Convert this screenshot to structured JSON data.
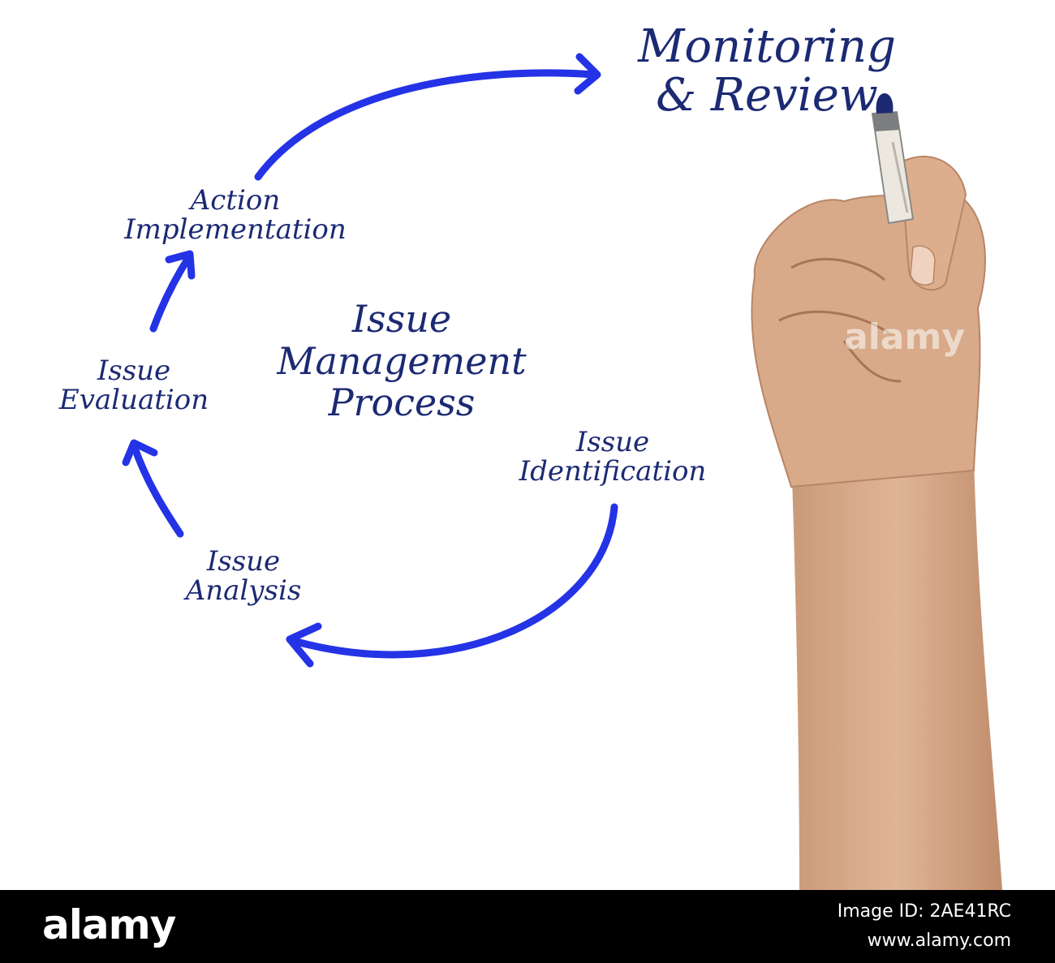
{
  "diagram": {
    "center_title": [
      "Issue",
      "Management",
      "Process"
    ],
    "top_label": [
      "Monitoring",
      "& Review"
    ],
    "steps": [
      {
        "id": "identification",
        "lines": [
          "Issue",
          "Identification"
        ]
      },
      {
        "id": "analysis",
        "lines": [
          "Issue",
          "Analysis"
        ]
      },
      {
        "id": "evaluation",
        "lines": [
          "Issue",
          "Evaluation"
        ]
      },
      {
        "id": "implementation",
        "lines": [
          "Action",
          "Implementation"
        ]
      }
    ],
    "colors": {
      "arrow": "#2433e6",
      "text": "#1c2a73",
      "marker": "#1c2a73"
    }
  },
  "watermark": "alamy",
  "footer": {
    "logo": "alamy",
    "image_id": "Image ID: 2AE41RC",
    "url": "www.alamy.com"
  }
}
